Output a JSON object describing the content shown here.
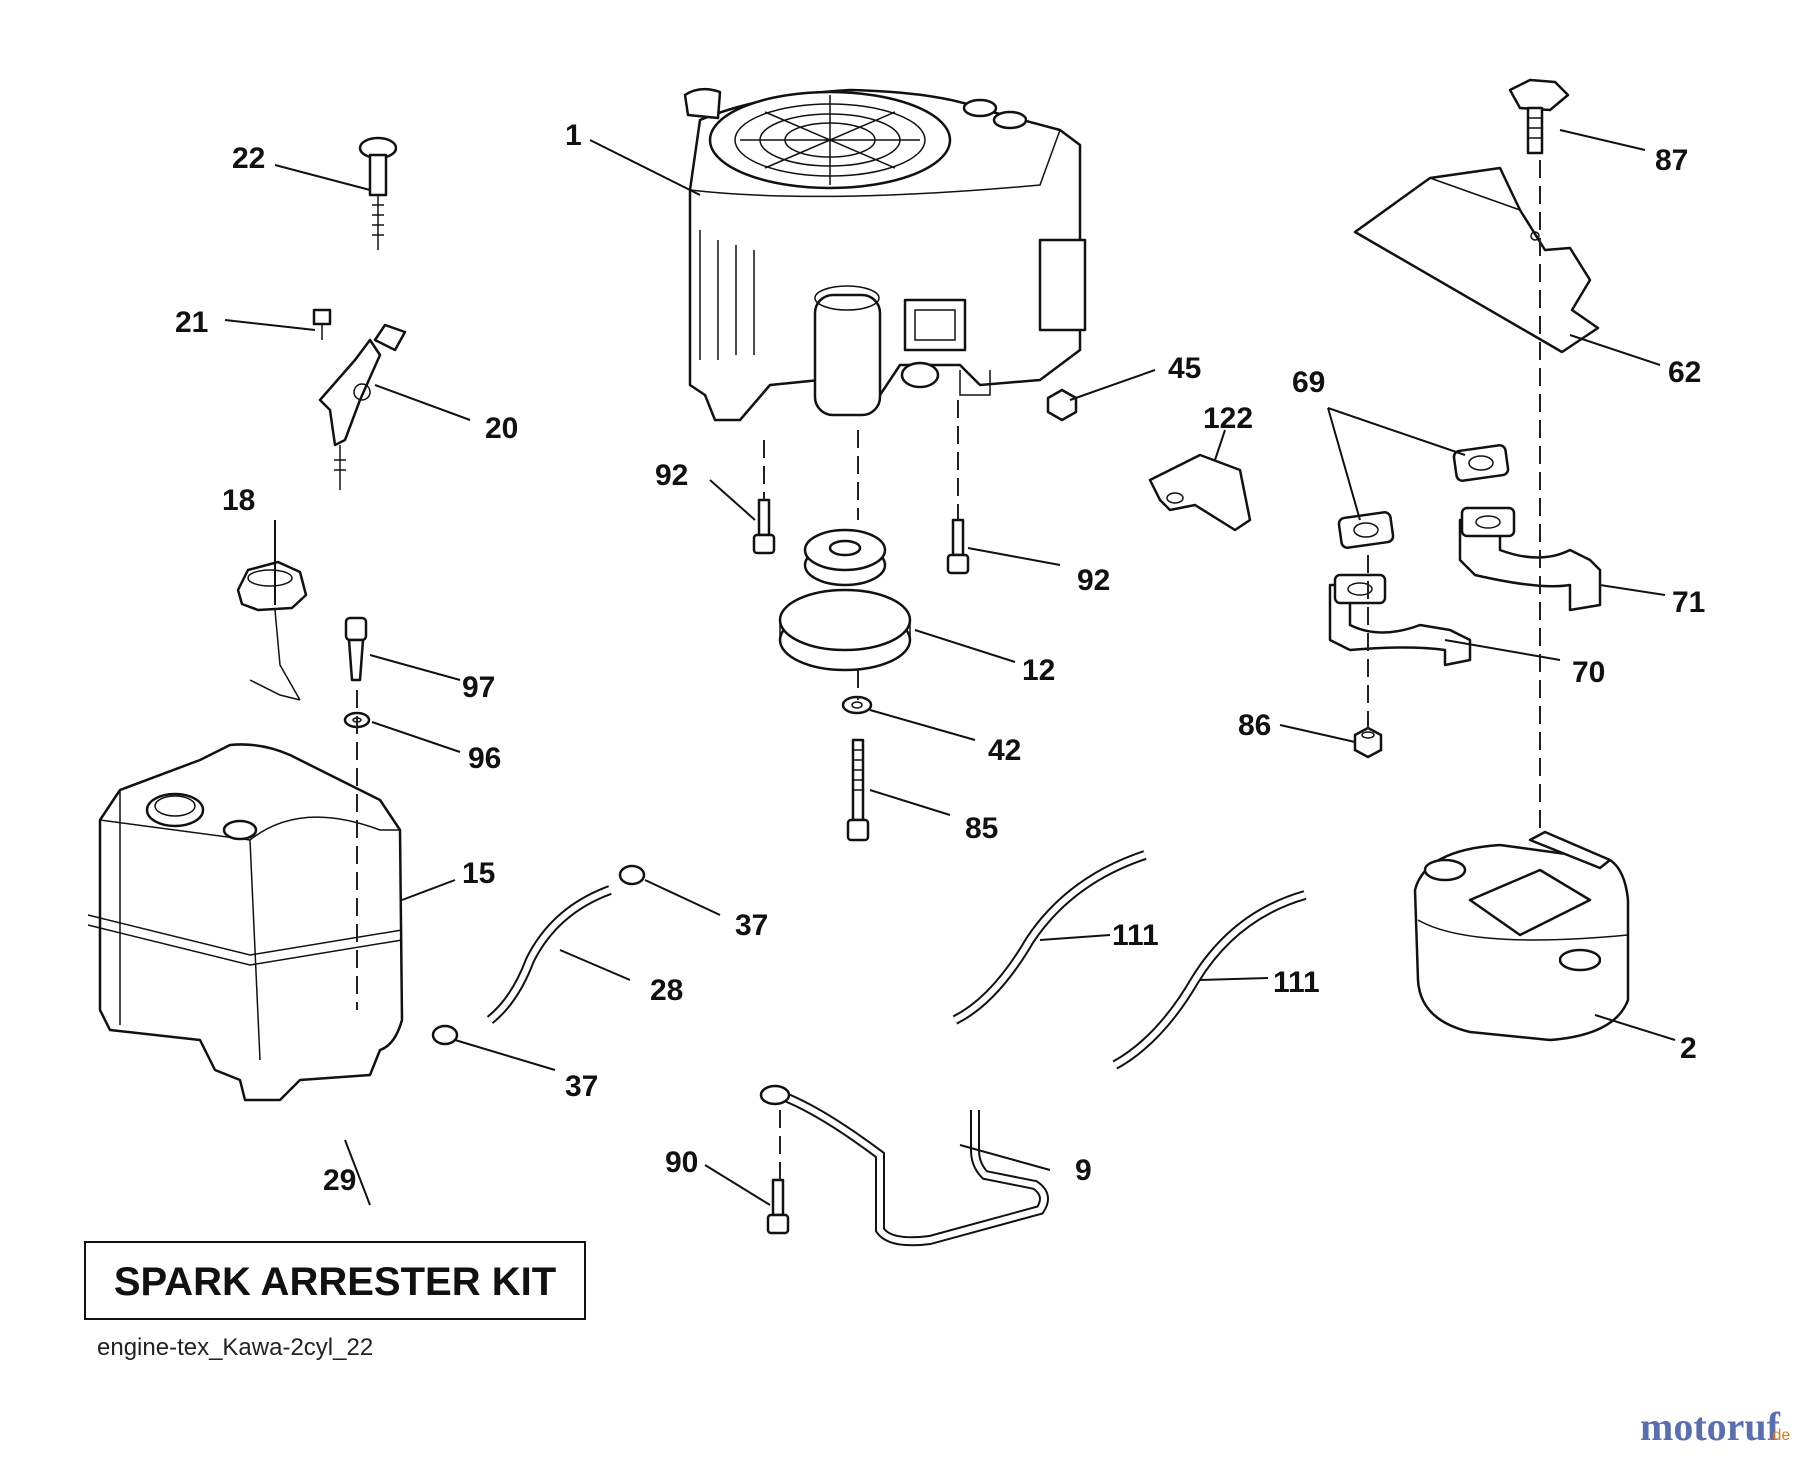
{
  "diagram": {
    "callouts": [
      {
        "id": "c1",
        "label": "1"
      },
      {
        "id": "c2",
        "label": "2"
      },
      {
        "id": "c9",
        "label": "9"
      },
      {
        "id": "c12",
        "label": "12"
      },
      {
        "id": "c15",
        "label": "15"
      },
      {
        "id": "c18",
        "label": "18"
      },
      {
        "id": "c20",
        "label": "20"
      },
      {
        "id": "c21",
        "label": "21"
      },
      {
        "id": "c22",
        "label": "22"
      },
      {
        "id": "c28",
        "label": "28"
      },
      {
        "id": "c29",
        "label": "29"
      },
      {
        "id": "c37a",
        "label": "37"
      },
      {
        "id": "c37b",
        "label": "37"
      },
      {
        "id": "c42",
        "label": "42"
      },
      {
        "id": "c45",
        "label": "45"
      },
      {
        "id": "c62",
        "label": "62"
      },
      {
        "id": "c69",
        "label": "69"
      },
      {
        "id": "c70",
        "label": "70"
      },
      {
        "id": "c71",
        "label": "71"
      },
      {
        "id": "c85",
        "label": "85"
      },
      {
        "id": "c86",
        "label": "86"
      },
      {
        "id": "c87",
        "label": "87"
      },
      {
        "id": "c90",
        "label": "90"
      },
      {
        "id": "c92a",
        "label": "92"
      },
      {
        "id": "c92b",
        "label": "92"
      },
      {
        "id": "c96",
        "label": "96"
      },
      {
        "id": "c97",
        "label": "97"
      },
      {
        "id": "c111a",
        "label": "111"
      },
      {
        "id": "c111b",
        "label": "111"
      },
      {
        "id": "c122",
        "label": "122"
      }
    ],
    "kit_box_label": "SPARK ARRESTER KIT",
    "drawing_ref": "engine-tex_Kawa-2cyl_22"
  },
  "watermark": {
    "brand": "motoruf",
    "tld": ".de",
    "brand_color": "#5b6fae",
    "tld_color": "#e07b20"
  }
}
